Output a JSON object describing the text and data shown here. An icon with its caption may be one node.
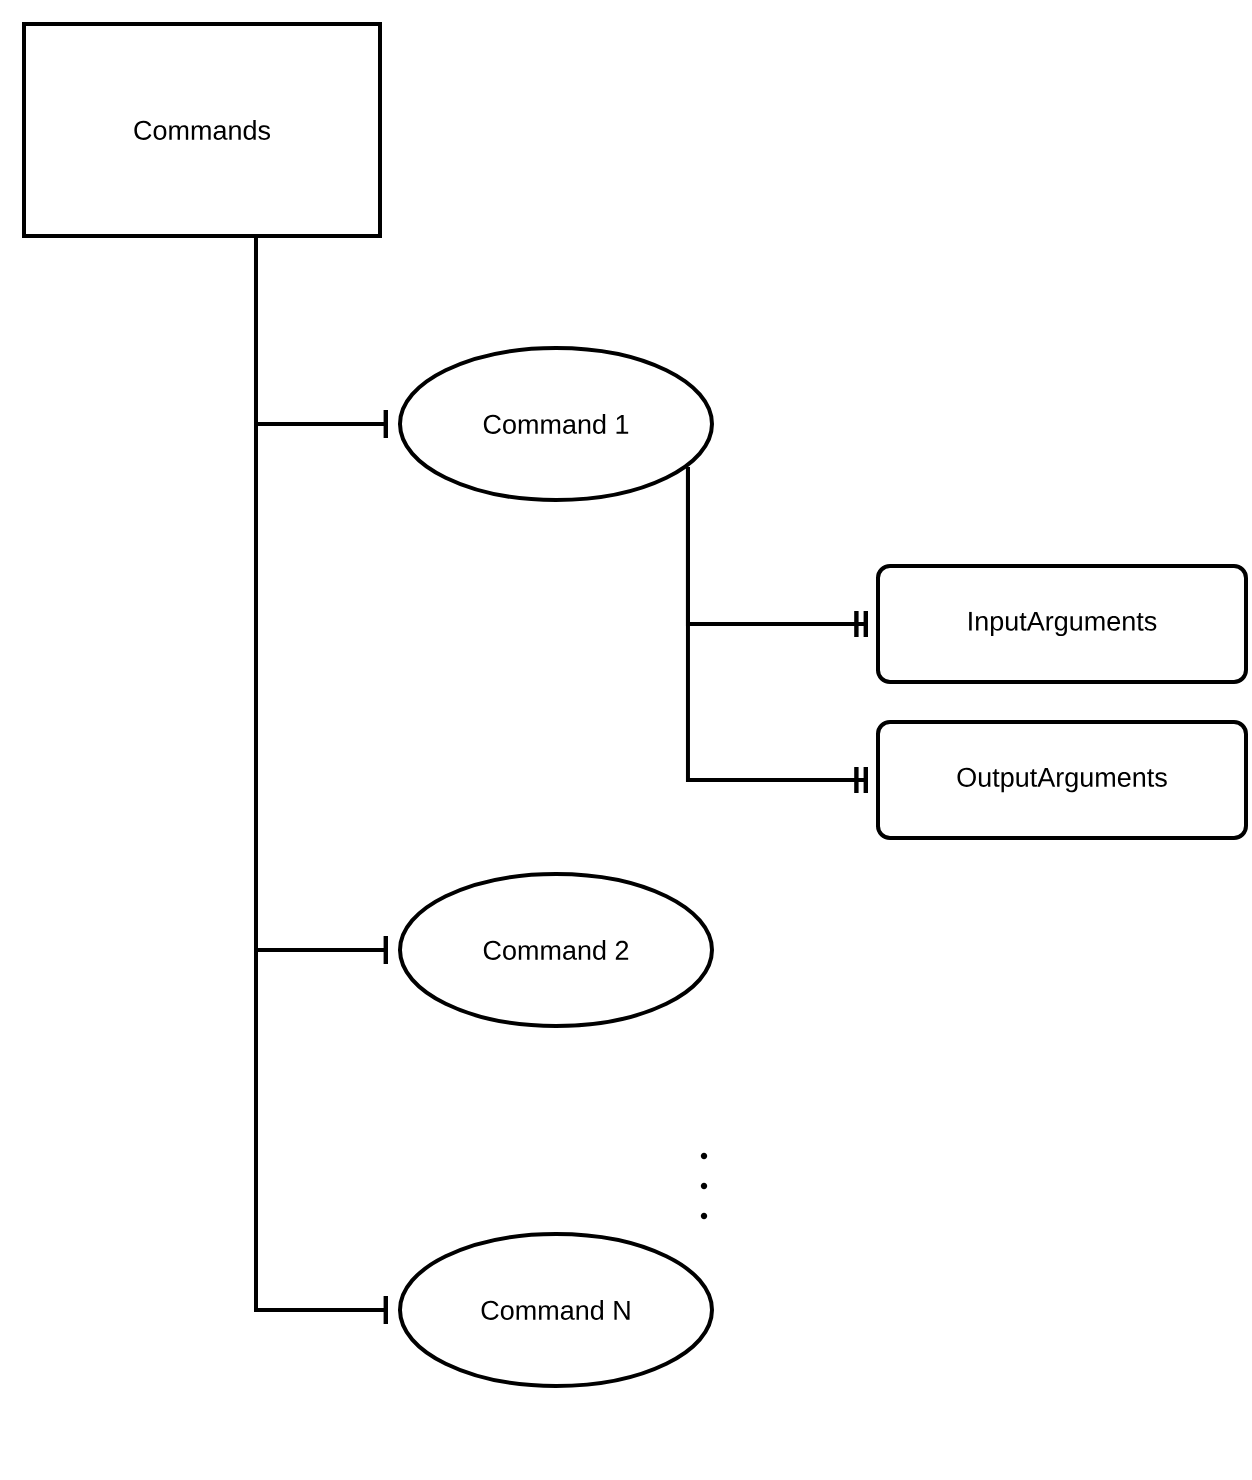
{
  "diagram": {
    "nodes": [
      {
        "text": [
          "Commands"
        ]
      },
      {
        "text": [
          "Command 1"
        ]
      },
      {
        "text": [
          "InputArguments"
        ]
      },
      {
        "text": [
          "OutputArguments"
        ]
      },
      {
        "text": [
          "Command 2"
        ]
      },
      {
        "text": [
          "Command N"
        ]
      }
    ],
    "edges": [
      {
        "from": 0,
        "to": 1,
        "arrow": "other"
      },
      {
        "from": 1,
        "to": 2,
        "arrow": "other"
      },
      {
        "from": 1,
        "to": 3,
        "arrow": "other"
      },
      {
        "from": 0,
        "to": 4,
        "arrow": "other"
      },
      {
        "from": 0,
        "to": 5,
        "arrow": "other"
      }
    ]
  }
}
